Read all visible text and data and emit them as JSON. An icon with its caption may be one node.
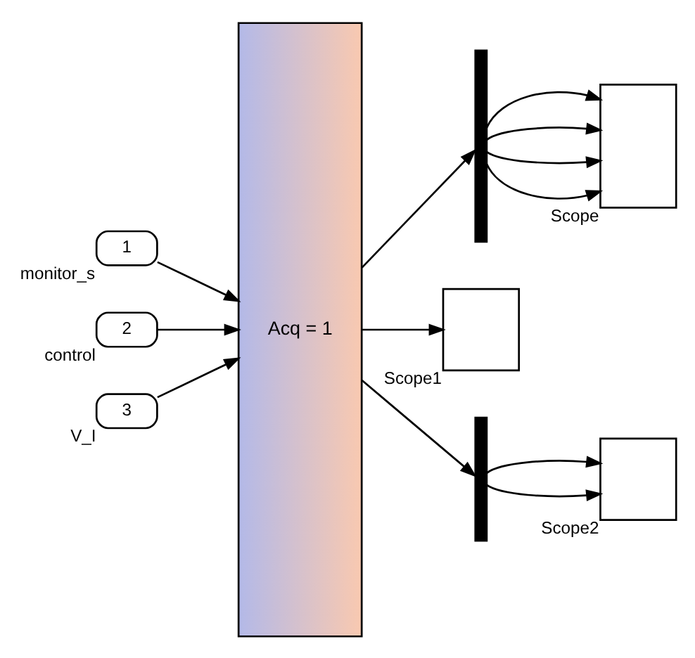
{
  "diagram": {
    "nodes": [
      {
        "text": [
          "1"
        ],
        "beside": [
          "monitor_s"
        ]
      },
      {
        "text": [
          "2"
        ],
        "beside": [
          "control"
        ]
      },
      {
        "text": [
          "3"
        ],
        "beside": [
          "V_I"
        ]
      },
      {
        "text": [
          "Acq = 1"
        ]
      },
      {
        "text": [],
        "shape": "bar"
      },
      {
        "text": [],
        "shape": "box",
        "beside": [
          "Scope"
        ]
      },
      {
        "text": [],
        "shape": "box",
        "beside": [
          "Scope1"
        ]
      },
      {
        "text": [],
        "shape": "bar"
      },
      {
        "text": [],
        "shape": "box",
        "beside": [
          "Scope2"
        ]
      }
    ],
    "edges": [
      {
        "from": 0,
        "to": 3,
        "arrow": "to"
      },
      {
        "from": 1,
        "to": 3,
        "arrow": "to"
      },
      {
        "from": 2,
        "to": 3,
        "arrow": "to"
      },
      {
        "from": 3,
        "to": 4,
        "arrow": "to"
      },
      {
        "from": 3,
        "to": 6,
        "arrow": "to"
      },
      {
        "from": 3,
        "to": 7,
        "arrow": "to"
      },
      {
        "from": 4,
        "to": 5,
        "arrow": "to"
      },
      {
        "from": 4,
        "to": 5,
        "arrow": "to"
      },
      {
        "from": 4,
        "to": 5,
        "arrow": "to"
      },
      {
        "from": 4,
        "to": 5,
        "arrow": "to"
      },
      {
        "from": 7,
        "to": 8,
        "arrow": "to"
      },
      {
        "from": 7,
        "to": 8,
        "arrow": "to"
      }
    ]
  }
}
